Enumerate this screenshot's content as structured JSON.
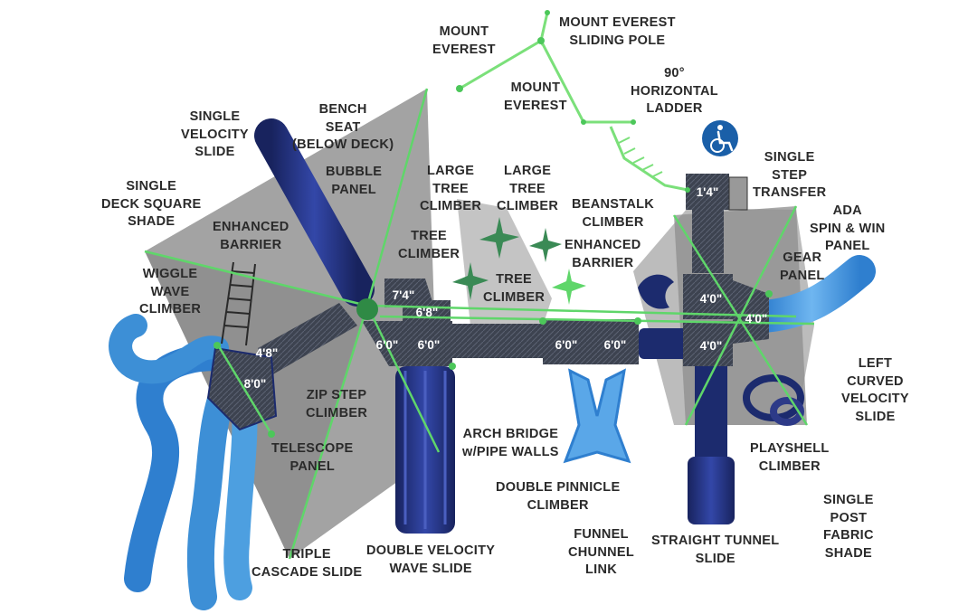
{
  "colors": {
    "shade": "#8a8a8a",
    "deck": "#3d4350",
    "slide_blue": "#3d8fd6",
    "slide_navy": "#1c2b6e",
    "green": "#5fd66a",
    "ada_badge": "#1a5fa8"
  },
  "icons": [
    "ada-wheelchair-icon",
    "leaf-panel-icon",
    "tree-climber-icon"
  ],
  "labels": {
    "mount_everest_left": [
      "MOUNT",
      "EVEREST"
    ],
    "mount_everest_sliding_pole": [
      "MOUNT EVEREST",
      "SLIDING POLE"
    ],
    "mount_everest_mid": [
      "MOUNT",
      "EVEREST"
    ],
    "horizontal_ladder": [
      "90°",
      "HORIZONTAL",
      "LADDER"
    ],
    "single_velocity_slide": [
      "SINGLE",
      "VELOCITY",
      "SLIDE"
    ],
    "bench_seat": [
      "BENCH",
      "SEAT",
      "(BELOW DECK)"
    ],
    "single_step_transfer": [
      "SINGLE",
      "STEP",
      "TRANSFER"
    ],
    "bubble_panel": [
      "BUBBLE",
      "PANEL"
    ],
    "large_tree_climber_1": [
      "LARGE",
      "TREE",
      "CLIMBER"
    ],
    "large_tree_climber_2": [
      "LARGE",
      "TREE",
      "CLIMBER"
    ],
    "single_deck_square_shade": [
      "SINGLE",
      "DECK SQUARE",
      "SHADE"
    ],
    "beanstalk_climber": [
      "BEANSTALK",
      "CLIMBER"
    ],
    "ada_spin_win_panel": [
      "ADA",
      "SPIN & WIN",
      "PANEL"
    ],
    "enhanced_barrier_left": [
      "ENHANCED",
      "BARRIER"
    ],
    "tree_climber_1": [
      "TREE",
      "CLIMBER"
    ],
    "enhanced_barrier_right": [
      "ENHANCED",
      "BARRIER"
    ],
    "gear_panel": [
      "GEAR",
      "PANEL"
    ],
    "wiggle_wave_climber": [
      "WIGGLE",
      "WAVE",
      "CLIMBER"
    ],
    "tree_climber_2": [
      "TREE",
      "CLIMBER"
    ],
    "left_curved_velocity_slide": [
      "LEFT",
      "CURVED",
      "VELOCITY",
      "SLIDE"
    ],
    "zip_step_climber": [
      "ZIP STEP",
      "CLIMBER"
    ],
    "arch_bridge": [
      "ARCH BRIDGE",
      "w/PIPE WALLS"
    ],
    "telescope_panel": [
      "TELESCOPE",
      "PANEL"
    ],
    "playshell_climber": [
      "PLAYSHELL",
      "CLIMBER"
    ],
    "double_pinnicle_climber": [
      "DOUBLE PINNICLE",
      "CLIMBER"
    ],
    "single_post_fabric_shade": [
      "SINGLE",
      "POST",
      "FABRIC",
      "SHADE"
    ],
    "funnel_chunnel_link": [
      "FUNNEL",
      "CHUNNEL",
      "LINK"
    ],
    "straight_tunnel_slide": [
      "STRAIGHT TUNNEL",
      "SLIDE"
    ],
    "triple_cascade_slide": [
      "TRIPLE",
      "CASCADE SLIDE"
    ],
    "double_velocity_wave_slide": [
      "DOUBLE VELOCITY",
      "WAVE SLIDE"
    ]
  },
  "deck_heights": {
    "d_1_4": "1'4\"",
    "d_7_4": "7'4\"",
    "d_6_8": "6'8\"",
    "d_4_8": "4'8\"",
    "d_8_0": "8'0\"",
    "d_6_0_a": "6'0\"",
    "d_6_0_b": "6'0\"",
    "d_6_0_c": "6'0\"",
    "d_6_0_d": "6'0\"",
    "d_4_0_a": "4'0\"",
    "d_4_0_b": "4'0\"",
    "d_4_0_c": "4'0\""
  }
}
